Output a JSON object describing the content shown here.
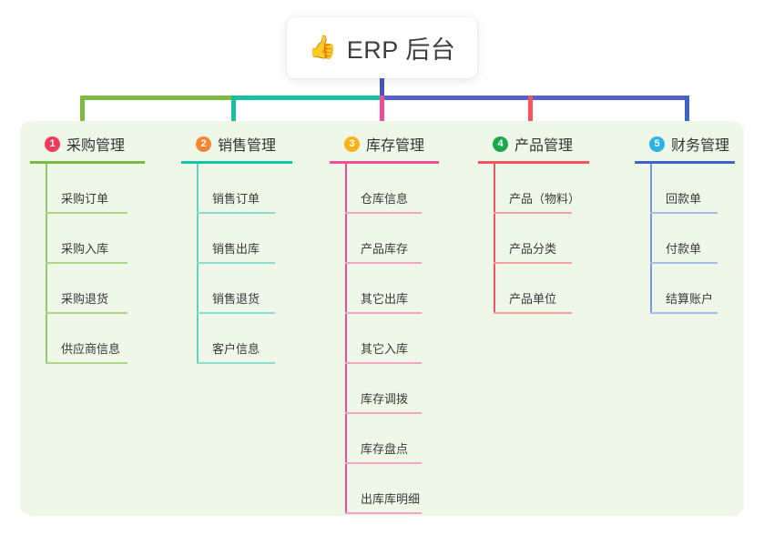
{
  "root": {
    "emoji": "👍",
    "emoji_name": "thumbs-up-icon",
    "title": "ERP 后台"
  },
  "panel": {
    "background_color": "#eef7e8"
  },
  "connectors": {
    "trunk_color": "#4455c0",
    "segments": [
      {
        "name": "bus-left-green",
        "color": "#7cbb42"
      },
      {
        "name": "bus-mid-teal",
        "color": "#18bfa0"
      },
      {
        "name": "bus-right-blue",
        "color": "#5560c8"
      }
    ],
    "drops": [
      {
        "name": "drop-1",
        "color": "#7cbb42"
      },
      {
        "name": "drop-2",
        "color": "#18bfa0"
      },
      {
        "name": "drop-3",
        "color": "#ef4f96"
      },
      {
        "name": "drop-4",
        "color": "#f2555c"
      },
      {
        "name": "drop-5",
        "color": "#3f63c8"
      }
    ]
  },
  "columns": [
    {
      "number": "1",
      "title": "采购管理",
      "badge_color": "#ee3b59",
      "rule_color": "#7cbb42",
      "spine_color": "#94c76a",
      "leaf_rule_color": "#abd489",
      "items": [
        {
          "label": "采购订单"
        },
        {
          "label": "采购入库"
        },
        {
          "label": "采购退货"
        },
        {
          "label": "供应商信息"
        }
      ]
    },
    {
      "number": "2",
      "title": "销售管理",
      "badge_color": "#f58634",
      "rule_color": "#14c3ae",
      "spine_color": "#5fcfc2",
      "leaf_rule_color": "#8ddcd3",
      "items": [
        {
          "label": "销售订单"
        },
        {
          "label": "销售出库"
        },
        {
          "label": "销售退货"
        },
        {
          "label": "客户信息"
        }
      ]
    },
    {
      "number": "3",
      "title": "库存管理",
      "badge_color": "#fab216",
      "rule_color": "#ef4f96",
      "spine_color": "#ef4f96",
      "leaf_rule_color": "#f4a5c6",
      "items": [
        {
          "label": "仓库信息"
        },
        {
          "label": "产品库存"
        },
        {
          "label": "其它出库"
        },
        {
          "label": "其它入库"
        },
        {
          "label": "库存调拨"
        },
        {
          "label": "库存盘点"
        },
        {
          "label": "出库库明细"
        }
      ]
    },
    {
      "number": "4",
      "title": "产品管理",
      "badge_color": "#19a84b",
      "rule_color": "#f2555c",
      "spine_color": "#f2555c",
      "leaf_rule_color": "#f7a0a3",
      "items": [
        {
          "label": "产品（物料）"
        },
        {
          "label": "产品分类"
        },
        {
          "label": "产品单位"
        }
      ]
    },
    {
      "number": "5",
      "title": "财务管理",
      "badge_color": "#2bb3e6",
      "rule_color": "#3f63c8",
      "spine_color": "#7d97dd",
      "leaf_rule_color": "#a8bce8",
      "items": [
        {
          "label": "回款单"
        },
        {
          "label": "付款单"
        },
        {
          "label": "结算账户"
        }
      ]
    }
  ]
}
